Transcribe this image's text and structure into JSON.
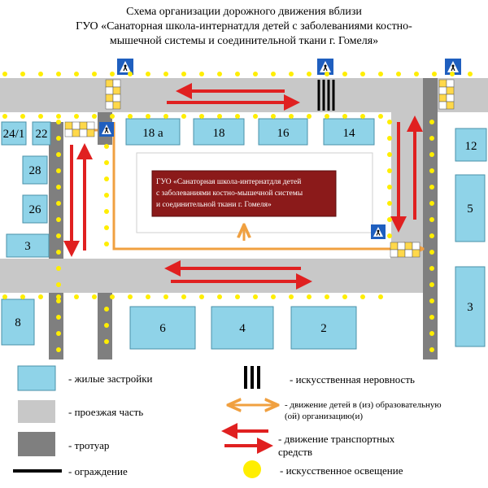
{
  "title": {
    "line1": "Схема организации дорожного движения вблизи",
    "line2": "ГУО «Санаторная школа-интернатдля детей с заболеваниями костно-",
    "line3": "мышечной системы и соединительной ткани г. Гомеля»"
  },
  "school_box": {
    "line1": "ГУО «Санаторная школа-интернатдля детей",
    "line2": "с заболеваниями костно-мышечной системы",
    "line3": "и соединительной ткани г. Гомеля»",
    "color": "#8b1a1a"
  },
  "buildings": {
    "b24_1": "24/1",
    "b22": "22",
    "b18a": "18 а",
    "b18": "18",
    "b16": "16",
    "b14": "14",
    "b12": "12",
    "b28": "28",
    "b26": "26",
    "b3_left": "3",
    "b5": "5",
    "b3_right": "3",
    "b8": "8",
    "b6": "6",
    "b4": "4",
    "b2": "2"
  },
  "legend": {
    "residential": "- жилые застройки",
    "roadway": "- проезжая часть",
    "sidewalk": "- тротуар",
    "fence": "- ограждение",
    "speed_bump": "- искусственная неровность",
    "children_line1": "- движение детей в (из) образовательную",
    "children_line2": "(ой) организацию(и)",
    "vehicles_line1": "- движение транспортных",
    "vehicles_line2": "средств",
    "lighting": "- искусственное освещение"
  },
  "colors": {
    "building": "#8fd3e8",
    "road": "#c8c8c8",
    "sidewalk": "#7f7f7f",
    "vehicle_arrow": "#e02020",
    "child_route": "#f0a040",
    "lamp": "#ffee00",
    "sign": "#1f5fbf"
  }
}
